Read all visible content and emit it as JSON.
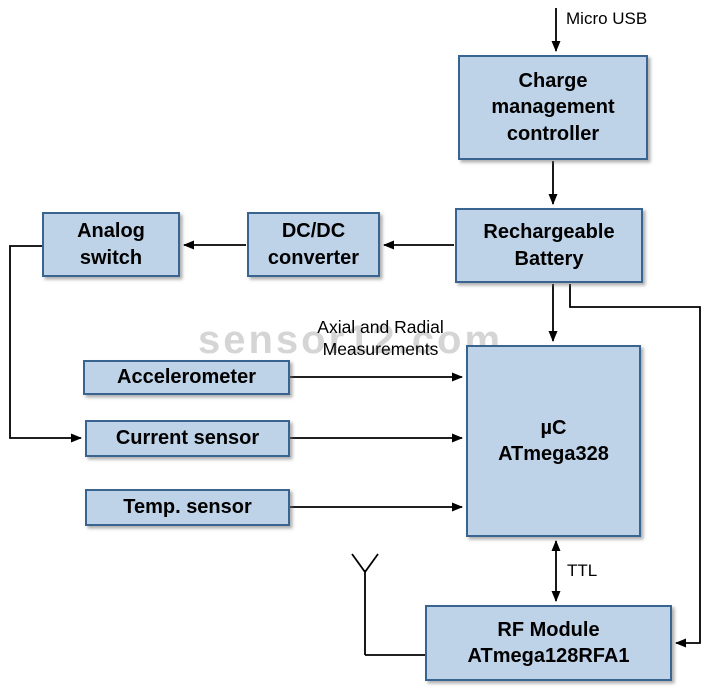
{
  "watermark": "sensor12.com",
  "colors": {
    "box_fill": "#bed2e8",
    "box_border": "#38648f",
    "line": "#000000",
    "watermark_color": "#b4b4b4"
  },
  "labels": {
    "micro_usb": "Micro USB",
    "axial_radial": "Axial and Radial\nMeasurements",
    "ttl": "TTL"
  },
  "blocks": {
    "charge_controller": "Charge\nmanagement\ncontroller",
    "battery": "Rechargeable\nBattery",
    "dcdc_converter": "DC/DC\nconverter",
    "analog_switch": "Analog\nswitch",
    "accelerometer": "Accelerometer",
    "current_sensor": "Current sensor",
    "temp_sensor": "Temp. sensor",
    "mcu": "µC\nATmega328",
    "rf_module": "RF Module\nATmega128RFA1"
  }
}
